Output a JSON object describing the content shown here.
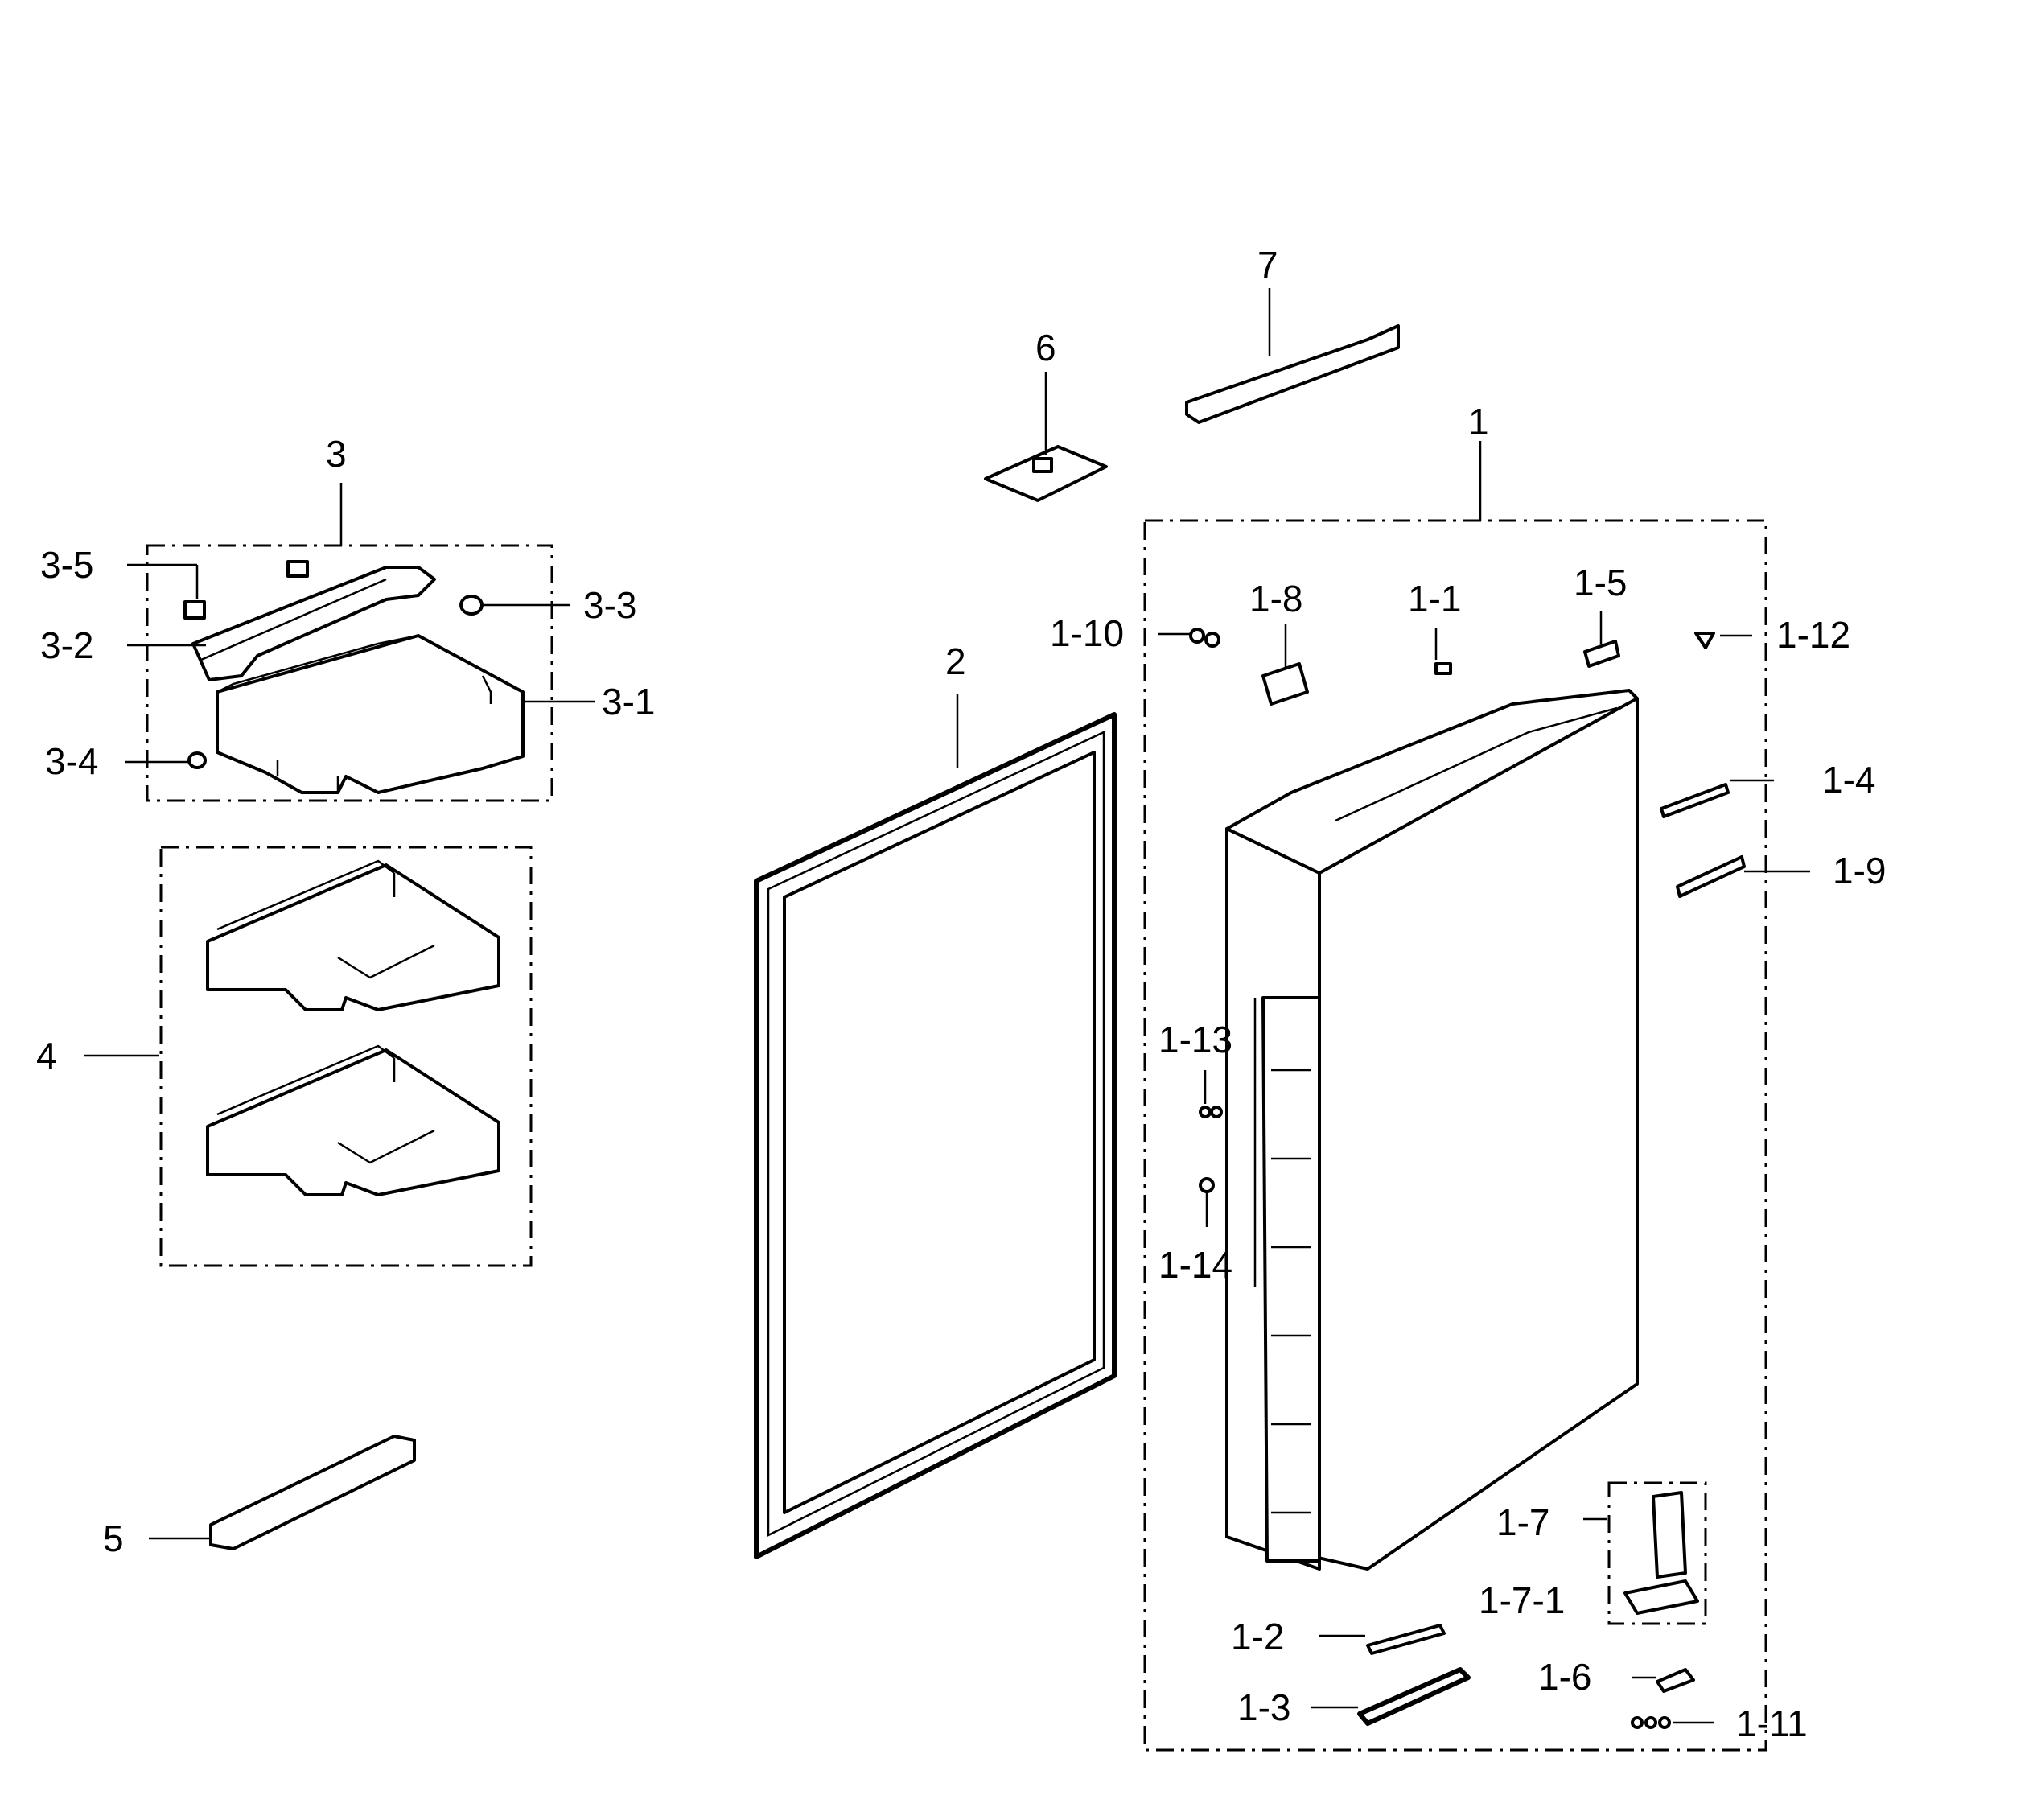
{
  "callouts": {
    "c1": "1",
    "c1_1": "1-1",
    "c1_2": "1-2",
    "c1_3": "1-3",
    "c1_4": "1-4",
    "c1_5": "1-5",
    "c1_6": "1-6",
    "c1_7": "1-7",
    "c1_7_1": "1-7-1",
    "c1_8": "1-8",
    "c1_9": "1-9",
    "c1_10": "1-10",
    "c1_11": "1-11",
    "c1_12": "1-12",
    "c1_13": "1-13",
    "c1_14": "1-14",
    "c2": "2",
    "c3": "3",
    "c3_1": "3-1",
    "c3_2": "3-2",
    "c3_3": "3-3",
    "c3_4": "3-4",
    "c3_5": "3-5",
    "c4": "4",
    "c5": "5",
    "c6": "6",
    "c7": "7"
  }
}
